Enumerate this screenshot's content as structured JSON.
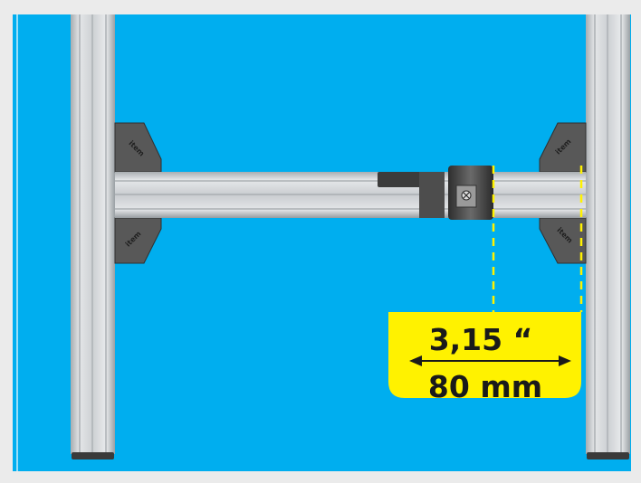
{
  "colors": {
    "background": "#00aeef",
    "frame": "#ebebeb",
    "aluminium": "#d3d6d8",
    "connector": "#4a4a4a",
    "highlight": "#fff200",
    "label_box": "#fff200"
  },
  "brackets": {
    "top_left": "item",
    "bottom_left": "item",
    "top_right": "item",
    "bottom_right": "item"
  },
  "dimension": {
    "imperial": "3,15 “",
    "metric": "80 mm"
  }
}
